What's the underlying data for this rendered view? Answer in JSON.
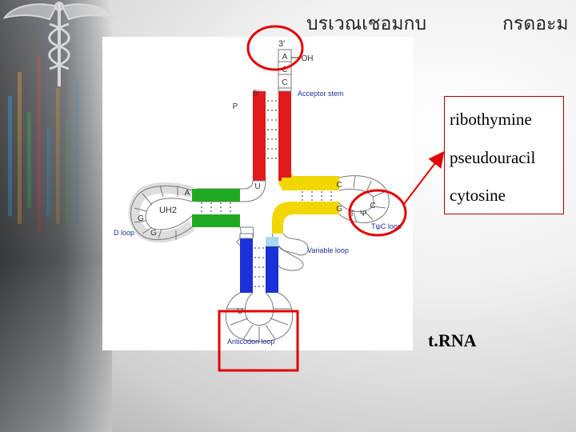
{
  "title": {
    "left": "บรเวณเชอมกบ",
    "right": "กรดอะม"
  },
  "trna": {
    "three_prime": "3'",
    "five_prime": "5'",
    "end_bases": [
      "A",
      "C",
      "C"
    ],
    "oh": "OH",
    "p": "P",
    "loop_bases": {
      "a": "A",
      "uh2": "UH2",
      "g1": "G",
      "g2": "G",
      "u_stem": "U",
      "c_tpsi": "C",
      "g_tpsi": "G",
      "t": "T",
      "psi": "Ψ",
      "c_loop": "C",
      "u_anti": "U"
    },
    "labels": {
      "acceptor": "Acceptor stem",
      "d_loop": "D loop",
      "tpsic": "TψC loop",
      "variable": "Variable loop",
      "anticodon": "Anticodon loop"
    }
  },
  "bases_list": [
    "ribothymine",
    "pseudouracil",
    "cytosine"
  ],
  "trna_label": "t.RNA",
  "colors": {
    "acceptor": "#e11b1b",
    "d_arm": "#1faa1f",
    "tpsi_arm": "#f2d600",
    "anticodon": "#1b30d8",
    "variable": "#a9d7f2",
    "annotation": "#e10000"
  }
}
